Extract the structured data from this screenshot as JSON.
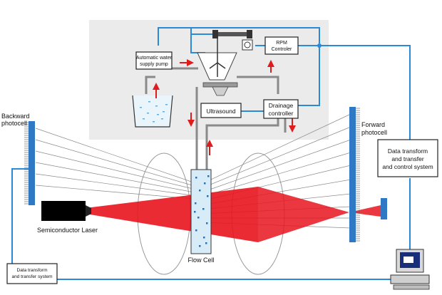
{
  "labels": {
    "pump_line1": "Automatic water",
    "pump_line2": "supply pump",
    "rpm_line1": "RPM",
    "rpm_line2": "Controler",
    "ultrasound": "Ultrasound",
    "drainage_line1": "Drainage",
    "drainage_line2": "controller",
    "backward_line1": "Backward",
    "backward_line2": "photocell",
    "forward_line1": "Forward",
    "forward_line2": "photocell",
    "data_right_line1": "Data transform",
    "data_right_line2": "and transfer",
    "data_right_line3": "and control system",
    "laser": "Semiconductor Laser",
    "flow_cell": "Flow Cell",
    "data_left_line1": "Data transform",
    "data_left_line2": "and transfer system"
  },
  "colors": {
    "panel": "#ebebeb",
    "wire": "#2a8ad8",
    "beam": "#e8141e",
    "laser_body": "#000000",
    "photocell": "#2e78c4",
    "tube": "#8a8a8a",
    "arrow": "#e01b1b"
  },
  "icons": {
    "motor": "motor-icon",
    "computer": "computer-icon",
    "beaker": "beaker-icon",
    "tank": "mixing-tank-icon"
  }
}
